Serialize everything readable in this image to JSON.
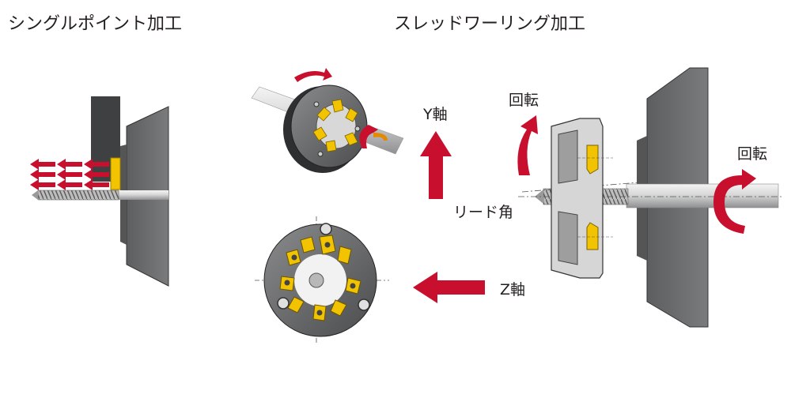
{
  "titles": {
    "single_point": "シングルポイント加工",
    "thread_whirling": "スレッドワーリング加工"
  },
  "labels": {
    "y_axis": "Y軸",
    "z_axis": "Z軸",
    "lead_angle": "リード角",
    "rotation_head": "回転",
    "rotation_workpiece": "回転"
  },
  "colors": {
    "arrow_red": "#c8102e",
    "insert_yellow": "#f2c300",
    "steel_gray": "#6d6e70",
    "dark_body": "#3f4042"
  }
}
